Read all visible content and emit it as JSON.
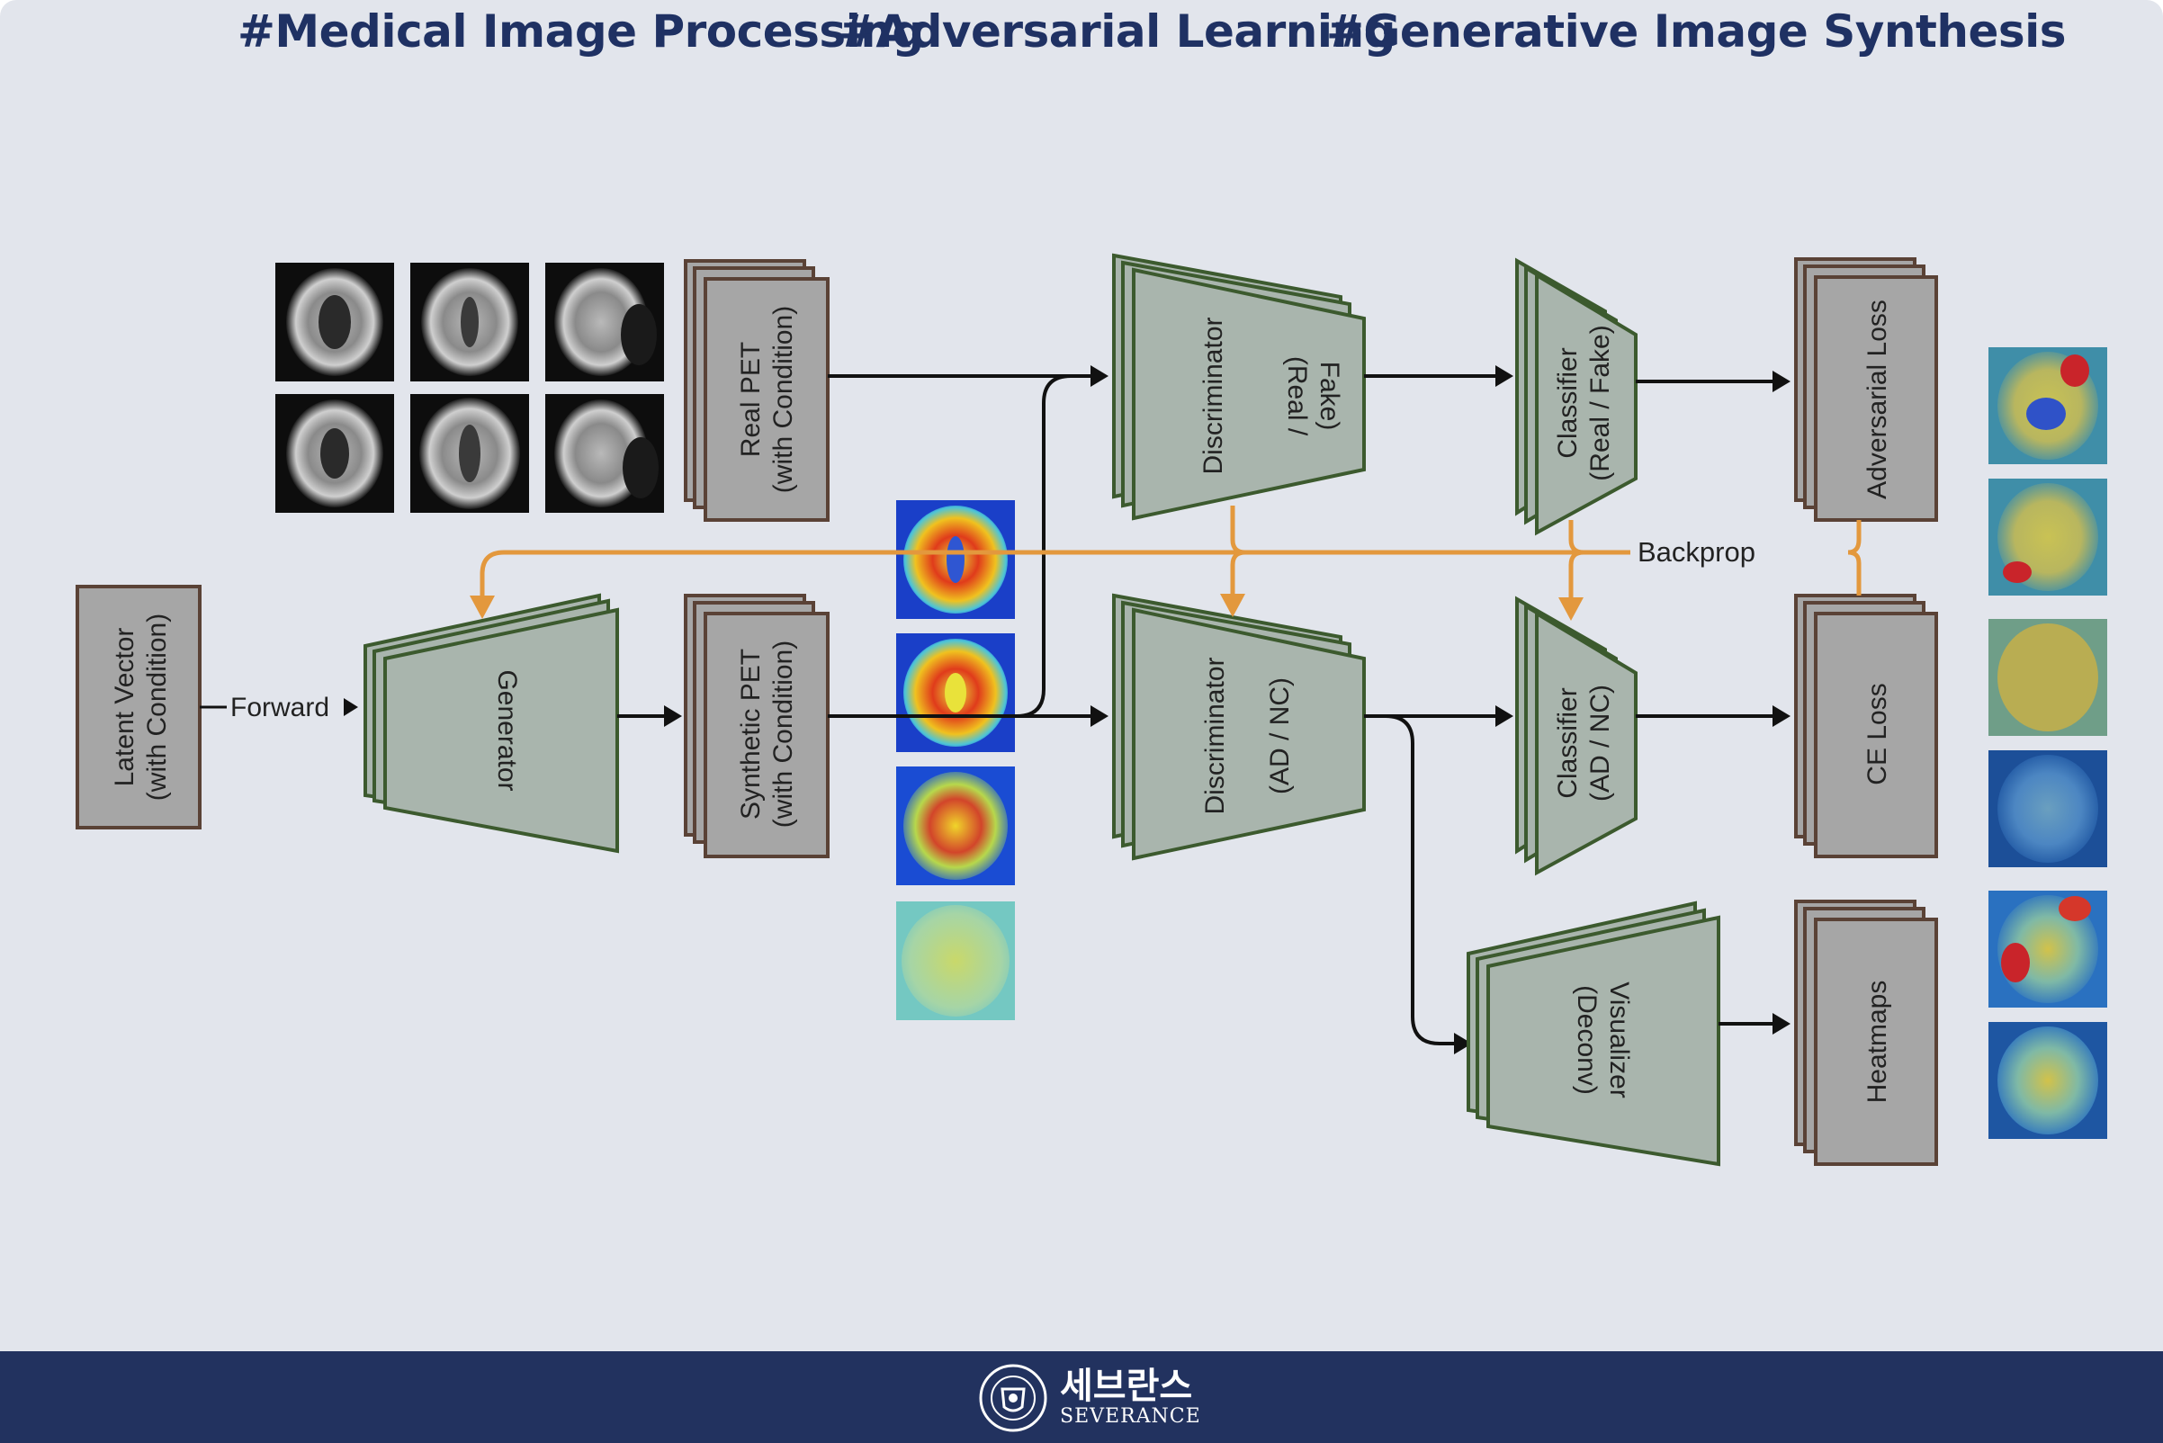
{
  "header": {
    "tags": [
      "#Medical Image Processing",
      "#Adversarial Learning",
      "#Generative Image Synthesis"
    ]
  },
  "diagram": {
    "latent_vector": [
      "Latent Vector",
      "(with Condition)"
    ],
    "forward_label": "Forward",
    "generator": "Generator",
    "real_pet": [
      "Real PET",
      "(with Condition)"
    ],
    "synthetic_pet": [
      "Synthetic PET",
      "(with Condition)"
    ],
    "discriminator_real_fake": [
      "Discriminator",
      "(Real /",
      "Fake)"
    ],
    "discriminator_ad_nc": [
      "Discriminator",
      "(AD / NC)"
    ],
    "classifier_real_fake": [
      "Classifier",
      "(Real / Fake)"
    ],
    "classifier_ad_nc": [
      "Classifier",
      "(AD / NC)"
    ],
    "visualizer": [
      "Visualizer",
      "(Deconv)"
    ],
    "adversarial_loss": "Adversarial Loss",
    "ce_loss": "CE Loss",
    "heatmaps": "Heatmaps",
    "backprop_label": "Backprop"
  },
  "colors": {
    "block_fill": "#a9b5ad",
    "block_stroke": "#3c5a2e",
    "box_fill": "#a6a6a6",
    "box_stroke": "#5a4236",
    "arrow": "#111111",
    "backprop": "#e3983d",
    "title": "#1f3163",
    "footer": "#22325f"
  },
  "footer": {
    "logo_korean": "세브란스",
    "logo_english": "SEVERANCE",
    "seal_icon": "yonsei-university-seal-icon"
  }
}
